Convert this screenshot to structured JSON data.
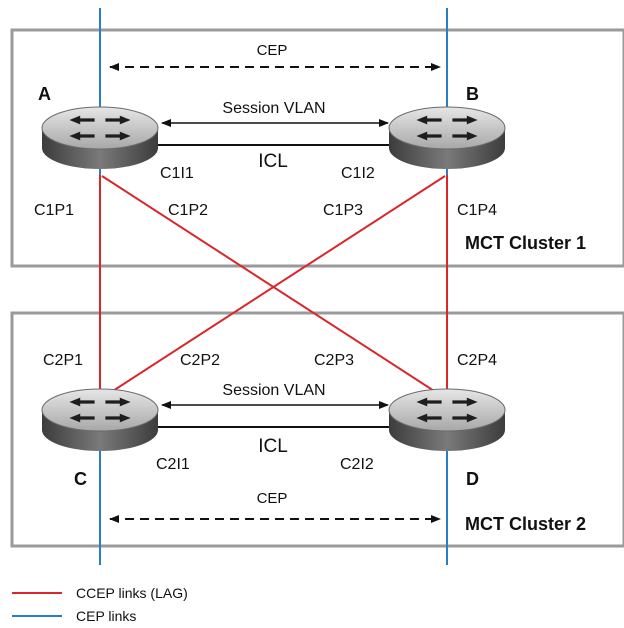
{
  "clusters": [
    {
      "label": "MCT Cluster 1"
    },
    {
      "label": "MCT Cluster 2"
    }
  ],
  "nodes": {
    "A": {
      "label": "A"
    },
    "B": {
      "label": "B"
    },
    "C": {
      "label": "C"
    },
    "D": {
      "label": "D"
    }
  },
  "links": {
    "cep_top": "CEP",
    "cep_bottom": "CEP",
    "session_vlan_top": "Session VLAN",
    "session_vlan_bottom": "Session VLAN",
    "icl_top": "ICL",
    "icl_bottom": "ICL"
  },
  "ports": {
    "c1i1": "C1I1",
    "c1i2": "C1I2",
    "c2i1": "C2I1",
    "c2i2": "C2I2",
    "c1p1": "C1P1",
    "c1p2": "C1P2",
    "c1p3": "C1P3",
    "c1p4": "C1P4",
    "c2p1": "C2P1",
    "c2p2": "C2P2",
    "c2p3": "C2P3",
    "c2p4": "C2P4"
  },
  "legend": [
    {
      "label": "CCEP links (LAG)",
      "color": "#d9262b"
    },
    {
      "label": "CEP links",
      "color": "#2a7fc0"
    }
  ],
  "colors": {
    "ccep": "#d9262b",
    "cep": "#2a7fc0",
    "cluster_border": "#9a9a9a",
    "router_body": "#5f5f5f",
    "router_top": "#c9c9c9"
  }
}
